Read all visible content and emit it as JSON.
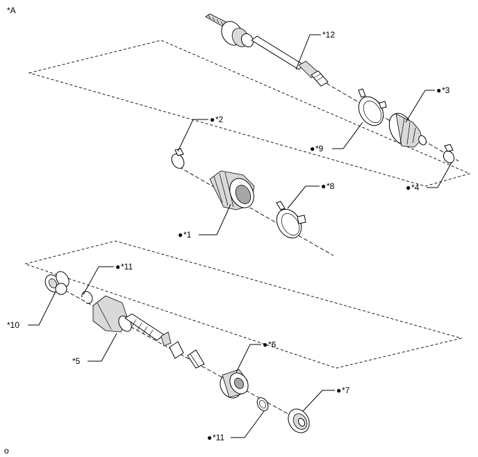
{
  "figure": {
    "view_label": "*A",
    "footer_code": "o",
    "callouts": {
      "c12": "*12",
      "c3": "*3",
      "c2": "*2",
      "c9": "*9",
      "c4": "*4",
      "c8": "*8",
      "c1": "*1",
      "c11a": "*11",
      "c10": "*10",
      "c6": "*6",
      "c5": "*5",
      "c7": "*7",
      "c11b": "*11"
    },
    "bullet": "●"
  }
}
